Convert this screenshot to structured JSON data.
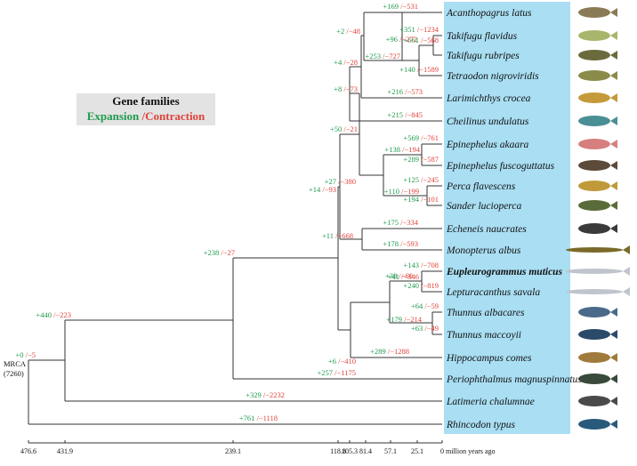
{
  "colors": {
    "expansion": "#1f9a4e",
    "contraction": "#e0423a",
    "highlight_panel": "#a9def3",
    "line": "#333333",
    "legend_bg": "#e3e3e3"
  },
  "legend": {
    "title": "Gene families",
    "expansion": "Expansion",
    "separator": " /",
    "contraction": "Contraction"
  },
  "root_label": {
    "line1": "MRCA",
    "line2": "(7260)"
  },
  "axis": {
    "unit": "million years ago",
    "ticks": [
      "476.6",
      "431.9",
      "239.1",
      "118.8",
      "105.3",
      "81.4",
      "57.1",
      "25.1",
      "0"
    ],
    "tick_118_105": "118.8105.3"
  },
  "species": [
    {
      "name": "Acanthopagrus latus",
      "exp": "+169",
      "con": "−531",
      "icon": "sea-bream-fish-image",
      "bold": false
    },
    {
      "name": "Takifugu flavidus",
      "exp": "+351",
      "con": "−1234",
      "icon": "pufferfish-image",
      "bold": false
    },
    {
      "name": "Takifugu rubripes",
      "exp": "+661",
      "con": "−568",
      "icon": "pufferfish-image",
      "bold": false
    },
    {
      "name": "Tetraodon nigroviridis",
      "exp": "+140",
      "con": "−1589",
      "icon": "pufferfish-image",
      "bold": false
    },
    {
      "name": "Larimichthys crocea",
      "exp": "+216",
      "con": "−573",
      "icon": "croaker-fish-image",
      "bold": false
    },
    {
      "name": "Cheilinus undulatus",
      "exp": "+215",
      "con": "−845",
      "icon": "wrasse-fish-image",
      "bold": false
    },
    {
      "name": "Epinephelus akaara",
      "exp": "+569",
      "con": "−761",
      "icon": "grouper-fish-image",
      "bold": false
    },
    {
      "name": "Epinephelus fuscoguttatus",
      "exp": "+289",
      "con": "−587",
      "icon": "grouper-fish-image",
      "bold": false
    },
    {
      "name": "Perca flavescens",
      "exp": "+125",
      "con": "−245",
      "icon": "perch-fish-image",
      "bold": false
    },
    {
      "name": "Sander lucioperca",
      "exp": "+194",
      "con": "−101",
      "icon": "zander-fish-image",
      "bold": false
    },
    {
      "name": "Echeneis naucrates",
      "exp": "+175",
      "con": "−334",
      "icon": "remora-fish-image",
      "bold": false
    },
    {
      "name": "Monopterus albus",
      "exp": "+178",
      "con": "−593",
      "icon": "eel-image",
      "bold": false
    },
    {
      "name": "Eupleurogrammus muticus",
      "exp": "+143",
      "con": "−708",
      "icon": "hairtail-fish-image",
      "bold": true
    },
    {
      "name": "Lepturacanthus savala",
      "exp": "+240",
      "con": "−819",
      "icon": "hairtail-fish-image",
      "bold": false
    },
    {
      "name": "Thunnus albacares",
      "exp": "+64",
      "con": "−59",
      "icon": "tuna-image",
      "bold": false
    },
    {
      "name": "Thunnus maccoyii",
      "exp": "+63",
      "con": "−49",
      "icon": "tuna-image",
      "bold": false
    },
    {
      "name": "Hippocampus comes",
      "exp": "+289",
      "con": "−1288",
      "icon": "seahorse-image",
      "bold": false
    },
    {
      "name": "Periophthalmus magnuspinnatus",
      "exp": "+257",
      "con": "−1175",
      "icon": "mudskipper-image",
      "bold": false
    },
    {
      "name": "Latimeria chalumnae",
      "exp": "+329",
      "con": "−2232",
      "icon": "coelacanth-image",
      "bold": false
    },
    {
      "name": "Rhincodon typus",
      "exp": "+761",
      "con": "−1118",
      "icon": "whale-shark-image",
      "bold": false
    }
  ],
  "internal_labels": [
    {
      "exp": "+0",
      "con": "−5"
    },
    {
      "exp": "+440",
      "con": "−223"
    },
    {
      "exp": "+238",
      "con": "−27"
    },
    {
      "exp": "+14",
      "con": "−93"
    },
    {
      "exp": "+6",
      "con": "−410"
    },
    {
      "exp": "+27",
      "con": "−380"
    },
    {
      "exp": "+11",
      "con": "−668"
    },
    {
      "exp": "+50",
      "con": "−21"
    },
    {
      "exp": "+8",
      "con": "−73"
    },
    {
      "exp": "+4",
      "con": "−28"
    },
    {
      "exp": "+2",
      "con": "−48"
    },
    {
      "exp": "+253",
      "con": "−727"
    },
    {
      "exp": "+96",
      "con": "−272"
    },
    {
      "exp": "+138",
      "con": "−194"
    },
    {
      "exp": "+110",
      "con": "−199"
    },
    {
      "exp": "+38",
      "con": "−60"
    },
    {
      "exp": "+41",
      "con": "−346"
    },
    {
      "exp": "+179",
      "con": "−214"
    }
  ]
}
